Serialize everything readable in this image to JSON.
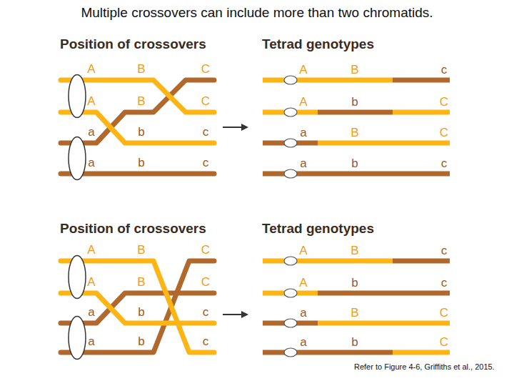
{
  "diagram": {
    "title": "Multiple crossovers can include more than two chromatids.",
    "caption": "Refer to Figure 4-6, Griffiths et al., 2015.",
    "labels": [
      "Position of crossovers",
      "Tetrad genotypes",
      "A",
      "B",
      "C",
      "A",
      "B",
      "C",
      "a",
      "b",
      "c",
      "a",
      "b",
      "c",
      "A",
      "B",
      "c",
      "A",
      "b",
      "C",
      "a",
      "B",
      "C",
      "a",
      "b",
      "c",
      "Position of crossovers",
      "Tetrad genotypes",
      "A",
      "B",
      "C",
      "A",
      "B",
      "C",
      "a",
      "b",
      "c",
      "a",
      "b",
      "c",
      "A",
      "B",
      "c",
      "A",
      "b",
      "c",
      "a",
      "B",
      "C",
      "a",
      "b",
      "C"
    ]
  }
}
